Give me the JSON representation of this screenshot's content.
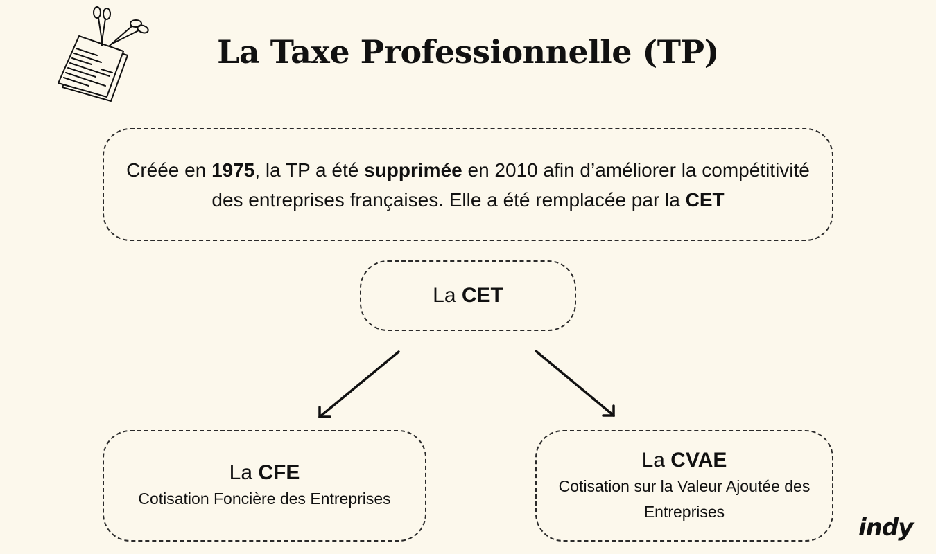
{
  "title": "La Taxe Professionnelle (TP)",
  "intro": {
    "t1": "Créée en ",
    "b1": "1975",
    "t2": ", la TP a été ",
    "b2": "supprimée",
    "t3": " en 2010 afin d’améliorer la compétitivité des entreprises françaises. Elle a été remplacée par la ",
    "b3": "CET"
  },
  "cet": {
    "prefix": "La ",
    "name": "CET"
  },
  "cfe": {
    "prefix": "La ",
    "name": "CFE",
    "full": "Cotisation Foncière des Entreprises"
  },
  "cvae": {
    "prefix": "La ",
    "name": "CVAE",
    "full": "Cotisation sur la Valeur Ajoutée des Entreprises"
  },
  "logo": "indy",
  "icons": {
    "illustration": "documents-scissors-icon"
  },
  "colors": {
    "background": "#fcf8ec",
    "ink": "#111111"
  }
}
